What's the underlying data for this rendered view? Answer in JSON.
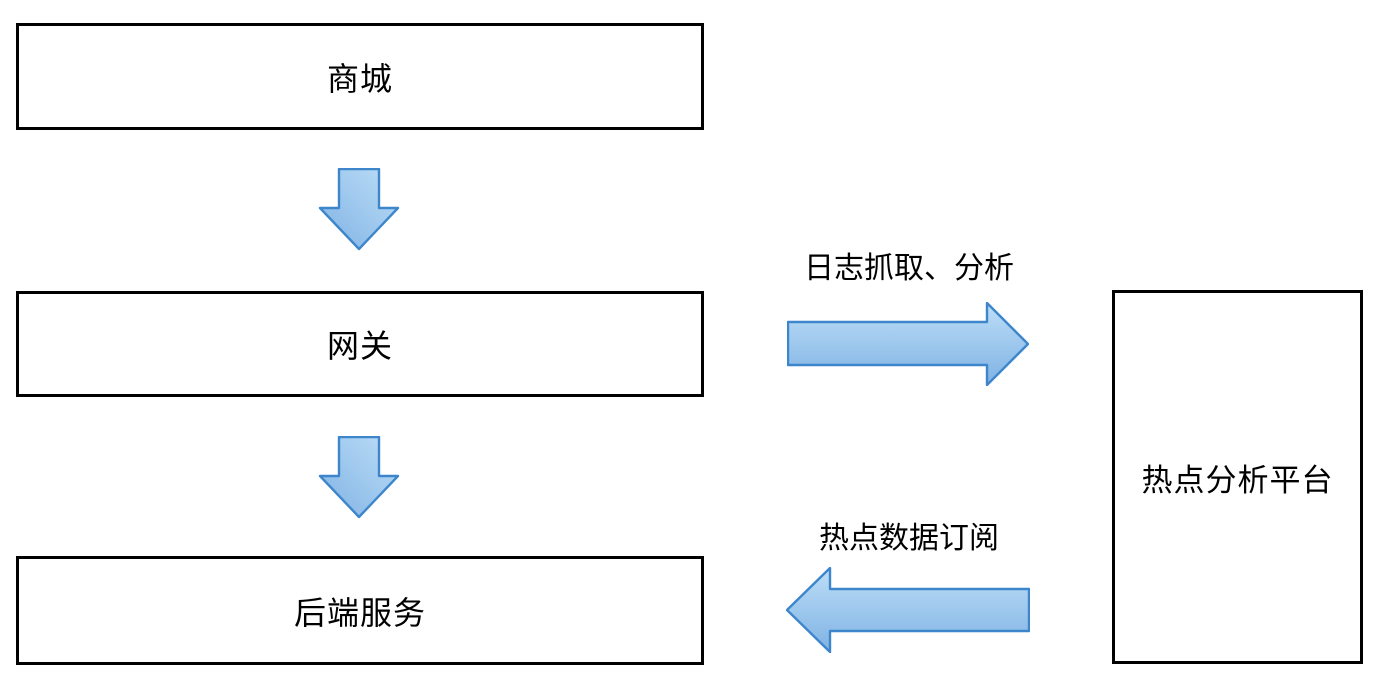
{
  "diagram_title": "hotspot-analysis-architecture",
  "nodes": {
    "mall": {
      "label": "商城"
    },
    "gateway": {
      "label": "网关"
    },
    "backend": {
      "label": "后端服务"
    },
    "platform": {
      "label": "热点分析平台"
    }
  },
  "edges": {
    "mall_to_gateway": {
      "type": "down-arrow",
      "label": ""
    },
    "gateway_to_backend": {
      "type": "down-arrow",
      "label": ""
    },
    "gateway_to_platform": {
      "type": "right-arrow",
      "label": "日志抓取、分析"
    },
    "platform_to_backend": {
      "type": "left-arrow",
      "label": "热点数据订阅"
    }
  },
  "colors": {
    "background": "#ffffff",
    "box_border": "#000000",
    "text": "#000000",
    "arrow_border": "#3e86cc",
    "arrow_fill_light": "#bddef7",
    "arrow_fill_dark": "#7fb2e4"
  }
}
